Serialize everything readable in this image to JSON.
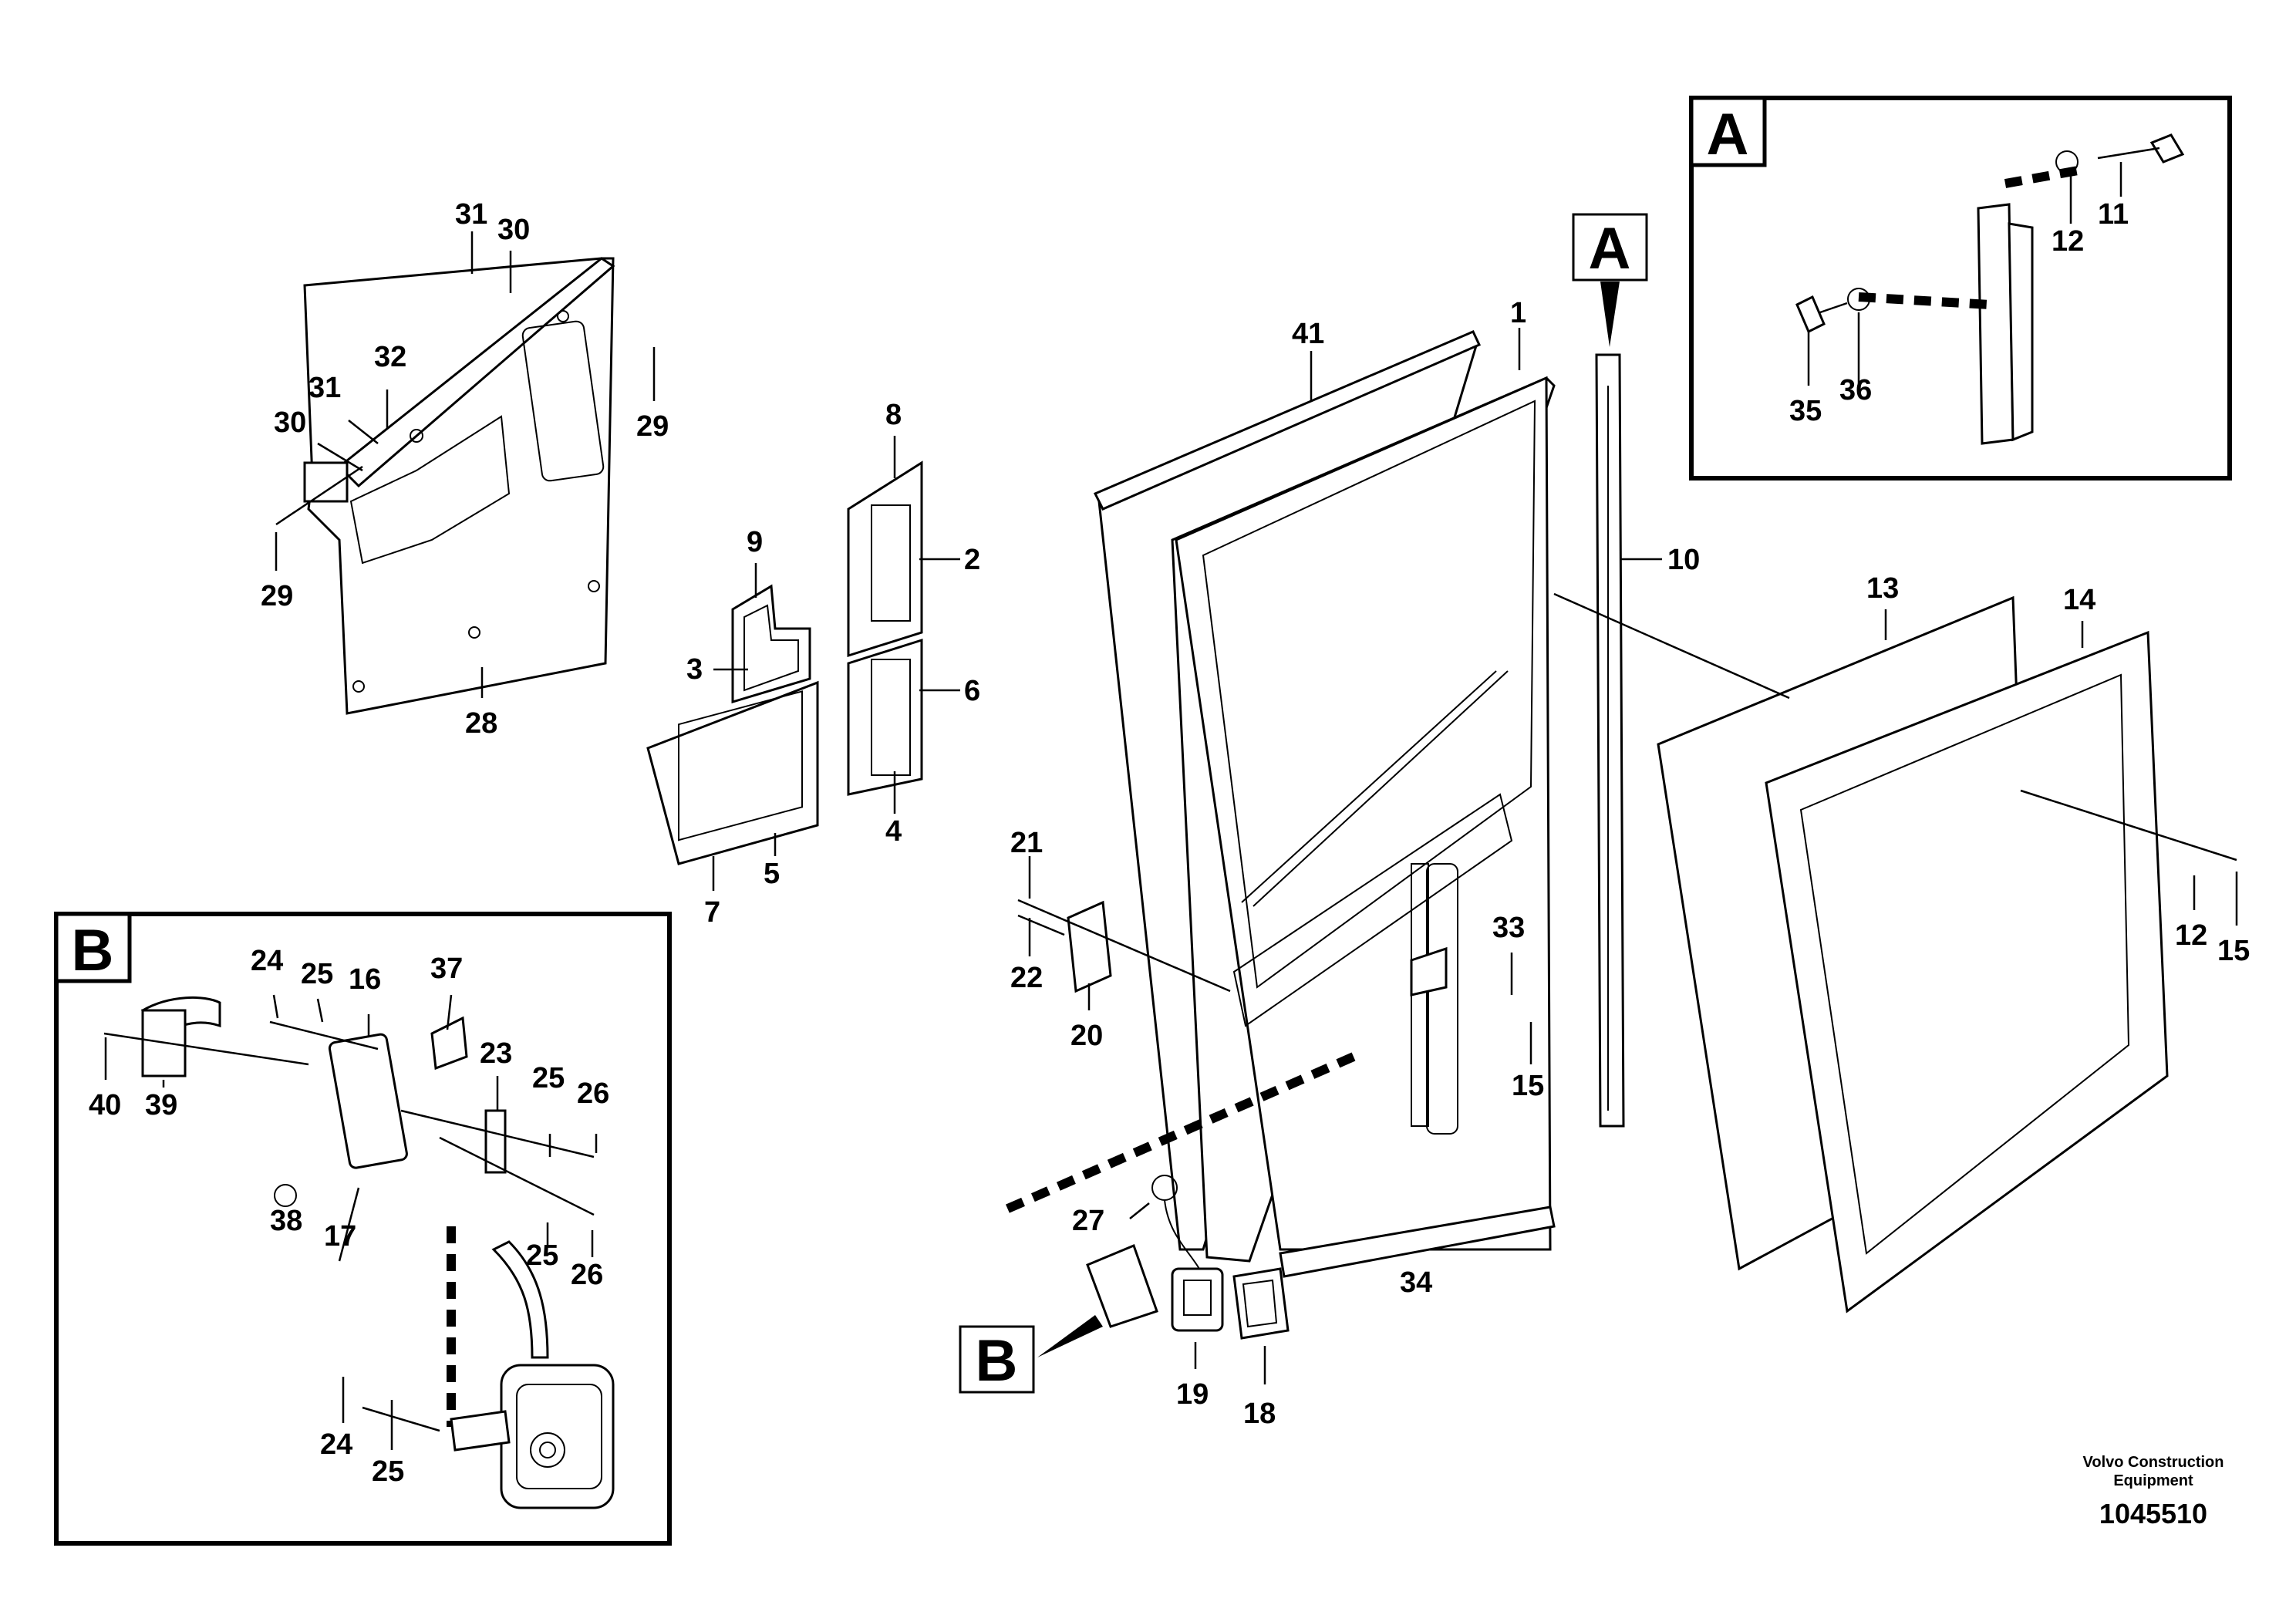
{
  "callouts": [
    {
      "id": "c31a",
      "text": "31"
    },
    {
      "id": "c30a",
      "text": "30"
    },
    {
      "id": "c32",
      "text": "32"
    },
    {
      "id": "c31b",
      "text": "31"
    },
    {
      "id": "c30b",
      "text": "30"
    },
    {
      "id": "c29a",
      "text": "29"
    },
    {
      "id": "c29b",
      "text": "29"
    },
    {
      "id": "c28",
      "text": "28"
    },
    {
      "id": "c9",
      "text": "9"
    },
    {
      "id": "c8",
      "text": "8"
    },
    {
      "id": "c2",
      "text": "2"
    },
    {
      "id": "c3",
      "text": "3"
    },
    {
      "id": "c6",
      "text": "6"
    },
    {
      "id": "c4",
      "text": "4"
    },
    {
      "id": "c5",
      "text": "5"
    },
    {
      "id": "c7",
      "text": "7"
    },
    {
      "id": "c41",
      "text": "41"
    },
    {
      "id": "c1",
      "text": "1"
    },
    {
      "id": "c10",
      "text": "10"
    },
    {
      "id": "c13",
      "text": "13"
    },
    {
      "id": "c14",
      "text": "14"
    },
    {
      "id": "c12a",
      "text": "12"
    },
    {
      "id": "c15a",
      "text": "15"
    },
    {
      "id": "c21",
      "text": "21"
    },
    {
      "id": "c22",
      "text": "22"
    },
    {
      "id": "c20",
      "text": "20"
    },
    {
      "id": "c33",
      "text": "33"
    },
    {
      "id": "c15b",
      "text": "15"
    },
    {
      "id": "c34",
      "text": "34"
    },
    {
      "id": "c27",
      "text": "27"
    },
    {
      "id": "c19",
      "text": "19"
    },
    {
      "id": "c18",
      "text": "18"
    },
    {
      "id": "c11",
      "text": "11"
    },
    {
      "id": "c12b",
      "text": "12"
    },
    {
      "id": "c35",
      "text": "35"
    },
    {
      "id": "c36",
      "text": "36"
    },
    {
      "id": "c24a",
      "text": "24"
    },
    {
      "id": "c25a",
      "text": "25"
    },
    {
      "id": "c16",
      "text": "16"
    },
    {
      "id": "c37",
      "text": "37"
    },
    {
      "id": "c40",
      "text": "40"
    },
    {
      "id": "c39",
      "text": "39"
    },
    {
      "id": "c23",
      "text": "23"
    },
    {
      "id": "c25b",
      "text": "25"
    },
    {
      "id": "c26a",
      "text": "26"
    },
    {
      "id": "c38",
      "text": "38"
    },
    {
      "id": "c17",
      "text": "17"
    },
    {
      "id": "c25c",
      "text": "25"
    },
    {
      "id": "c26b",
      "text": "26"
    },
    {
      "id": "c24b",
      "text": "24"
    },
    {
      "id": "c25d",
      "text": "25"
    }
  ],
  "detail_boxes": {
    "A_letter": "A",
    "B_letter": "B",
    "A_pointer": "A",
    "B_pointer": "B"
  },
  "credit": {
    "line1": "Volvo Construction",
    "line2": "Equipment",
    "part_number": "1045510"
  }
}
